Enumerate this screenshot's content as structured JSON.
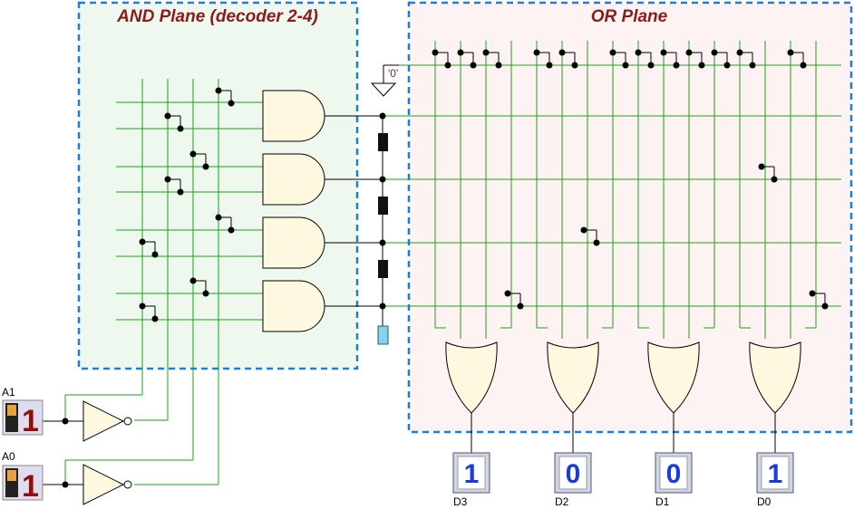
{
  "planes": {
    "and_title": "AND Plane (decoder 2-4)",
    "or_title": "OR Plane",
    "and_fill": "#eef8ee",
    "or_fill": "#fdf3f3",
    "border_color": "#1e7ed6"
  },
  "inputs": [
    {
      "name": "A1",
      "value": "1"
    },
    {
      "name": "A0",
      "value": "1"
    }
  ],
  "ground_label": "'0'",
  "outputs": [
    {
      "name": "D3",
      "value": "1"
    },
    {
      "name": "D2",
      "value": "0"
    },
    {
      "name": "D1",
      "value": "0"
    },
    {
      "name": "D0",
      "value": "1"
    }
  ],
  "colors": {
    "wire": "#1aa01a",
    "gate_fill": "#fff8e0",
    "digit": "#1a3adb",
    "title": "#8b1a1a",
    "fuse_open": "#7fd6ef"
  }
}
